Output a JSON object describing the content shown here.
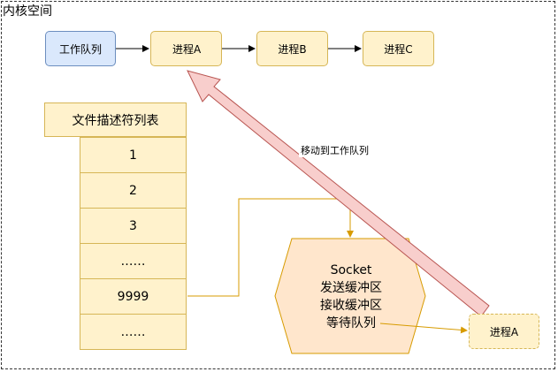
{
  "kernel_space_title": "内核空间",
  "work_queue_label": "工作队列",
  "process_queue": [
    "进程A",
    "进程B",
    "进程C"
  ],
  "fd_table": {
    "header": "文件描述符列表",
    "rows": [
      "1",
      "2",
      "3",
      "……",
      "9999",
      "……"
    ]
  },
  "socket": {
    "lines": [
      "Socket",
      "发送缓冲区",
      "接收缓冲区",
      "等待队列"
    ]
  },
  "waiting_process_label": "进程A",
  "move_edge_label": "移动到工作队列",
  "colors": {
    "queue_fill": "#dae8fc",
    "queue_stroke": "#6c8ebf",
    "process_fill": "#fff2cc",
    "process_stroke": "#d6b656",
    "socket_fill": "#ffe6cc",
    "socket_stroke": "#d79b00",
    "link_color": "#d79b00",
    "big_arrow_fill": "#f8cecc",
    "big_arrow_stroke": "#b85450"
  }
}
